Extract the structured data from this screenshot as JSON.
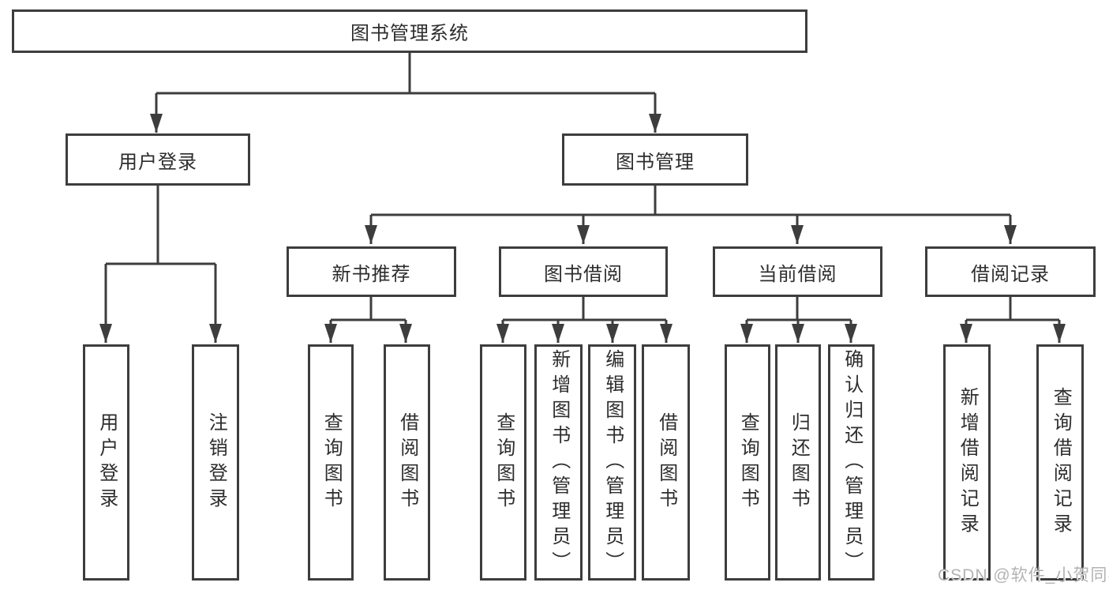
{
  "colors": {
    "line": "#3d3d3d",
    "text": "#2d2d2d",
    "watermark": "#b3b3b3"
  },
  "tree": {
    "root": {
      "label": "图书管理系统"
    },
    "branches": [
      {
        "label": "用户登录",
        "children": [
          {
            "label": "用户登录"
          },
          {
            "label": "注销登录"
          }
        ]
      },
      {
        "label": "图书管理",
        "sections": [
          {
            "label": "新书推荐",
            "children": [
              {
                "label": "查询图书"
              },
              {
                "label": "借阅图书"
              }
            ]
          },
          {
            "label": "图书借阅",
            "children": [
              {
                "label": "查询图书"
              },
              {
                "label": "新增图书（管理员）"
              },
              {
                "label": "编辑图书（管理员）"
              },
              {
                "label": "借阅图书"
              }
            ]
          },
          {
            "label": "当前借阅",
            "children": [
              {
                "label": "查询图书"
              },
              {
                "label": "归还图书"
              },
              {
                "label": "确认归还（管理员）"
              }
            ]
          },
          {
            "label": "借阅记录",
            "children": [
              {
                "label": "新增借阅记录"
              },
              {
                "label": "查询借阅记录"
              }
            ]
          }
        ]
      }
    ]
  },
  "watermark": {
    "text": "CSDN @软件_小贺同学"
  }
}
